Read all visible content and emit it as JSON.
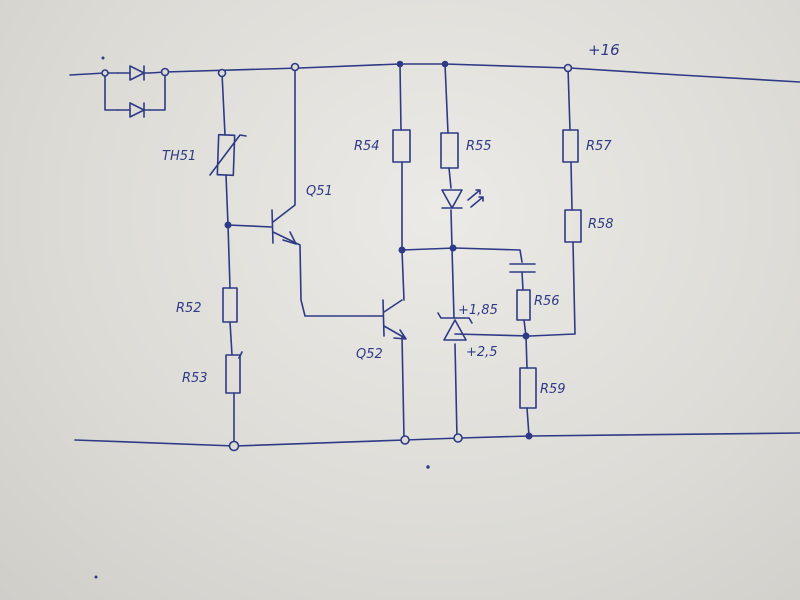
{
  "labels": {
    "supply": "+16",
    "th51": "TH51",
    "q51": "Q51",
    "r54": "R54",
    "r55": "R55",
    "r57": "R57",
    "r58": "R58",
    "r52": "R52",
    "r53": "R53",
    "r56": "R56",
    "r59": "R59",
    "q52": "Q52",
    "v185": "+1,85",
    "v25": "+2,5"
  },
  "colors": {
    "ink": "#2f3a86",
    "paper": "#e4e3df"
  }
}
